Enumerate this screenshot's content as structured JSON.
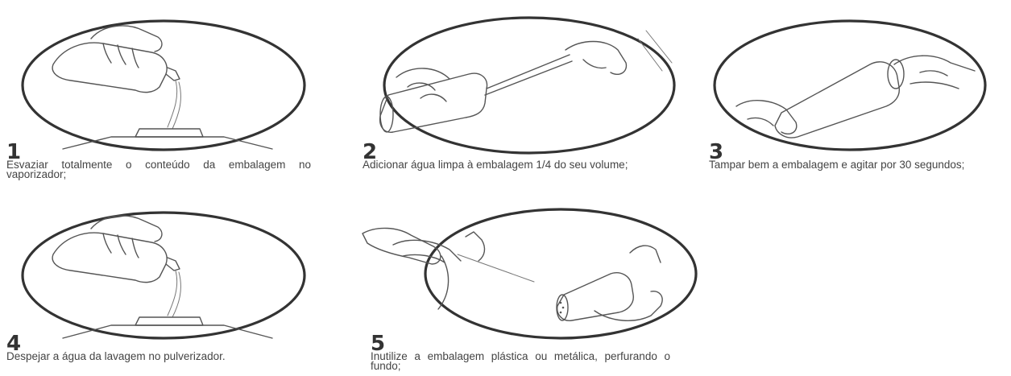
{
  "steps": [
    {
      "number": "1",
      "text": "Esvaziar totalmente o conteúdo da embalagem no vaporizador;",
      "icon": "pour-container-icon"
    },
    {
      "number": "2",
      "text": "Adicionar água limpa à embalagem 1/4 do seu volume;",
      "icon": "add-water-icon"
    },
    {
      "number": "3",
      "text": "Tampar bem a embalagem e agitar por 30 segundos;",
      "icon": "shake-container-icon"
    },
    {
      "number": "4",
      "text": "Despejar a água da lavagem no pulverizador.",
      "icon": "pour-rinse-water-icon"
    },
    {
      "number": "5",
      "text": "Inutilize a embalagem plástica ou metálica, perfurando o fundo;",
      "icon": "puncture-container-icon"
    }
  ],
  "colors": {
    "ring": "#333333",
    "sketch": "#555555",
    "text": "#444444"
  }
}
